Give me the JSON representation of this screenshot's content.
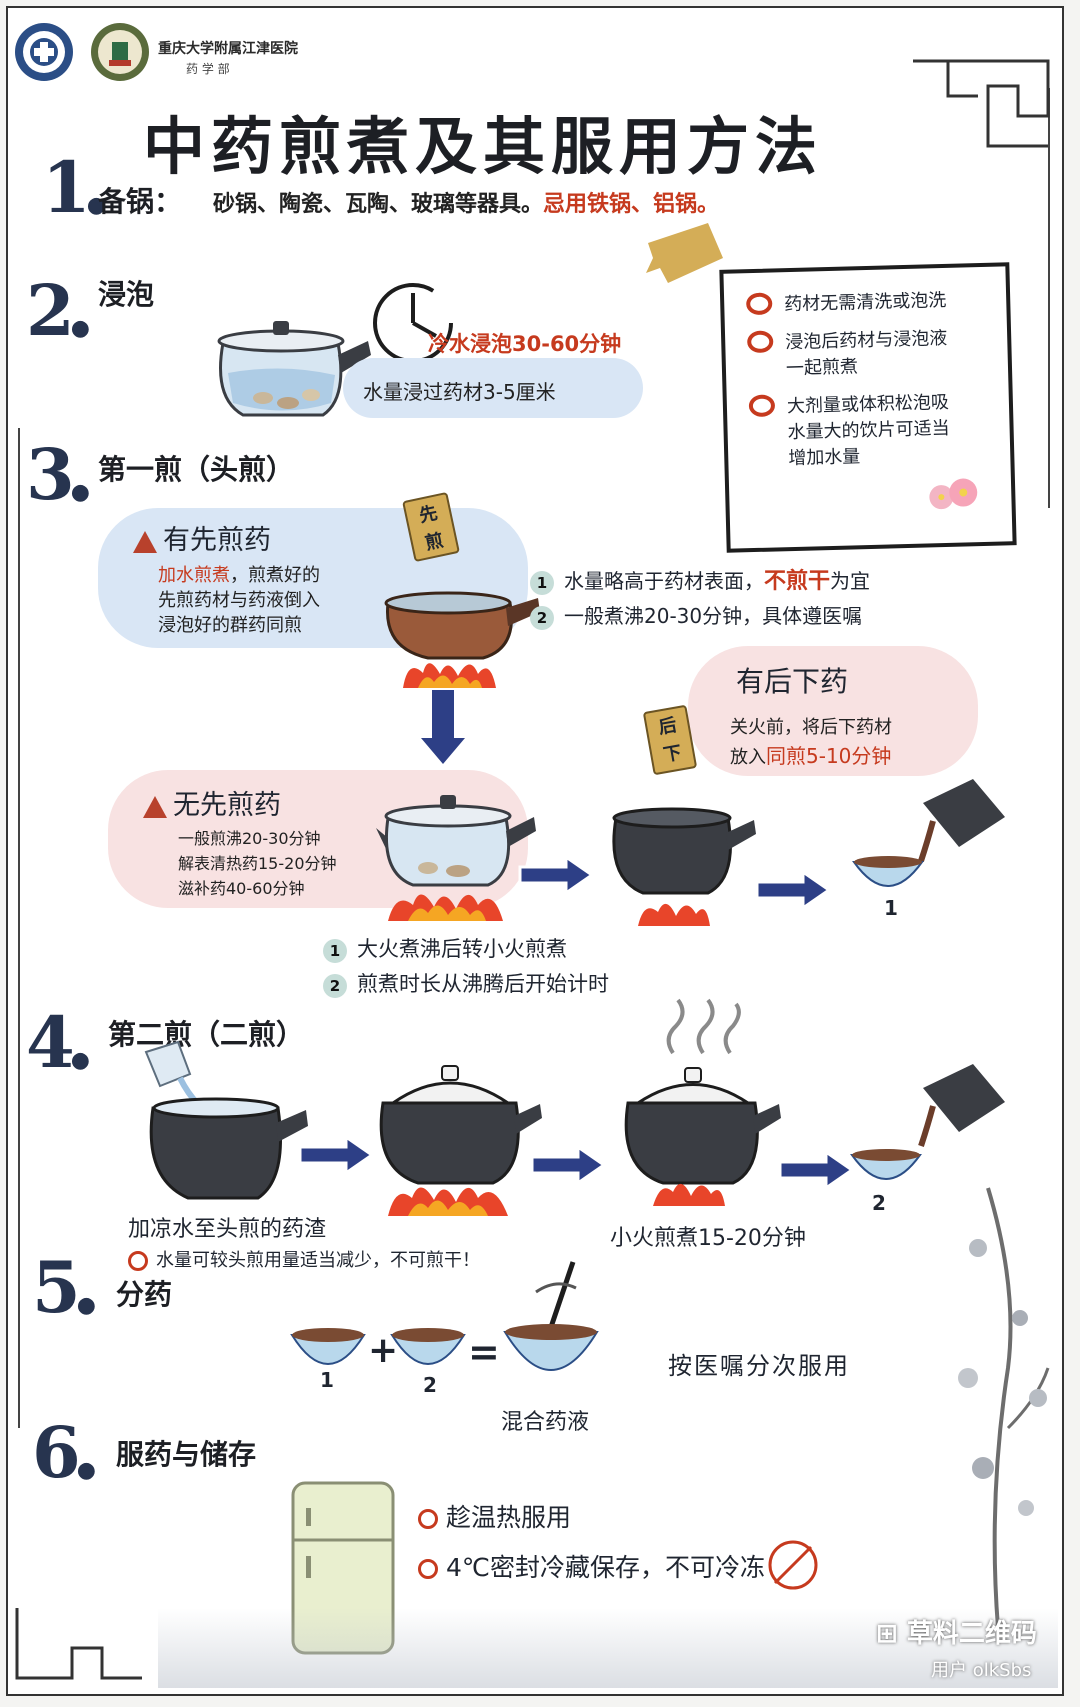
{
  "header": {
    "org_line1": "重庆大学附属江津医院",
    "org_line2": "药 学 部"
  },
  "title": "中药煎煮及其服用方法",
  "s1": {
    "num": "1",
    "label": "备锅：",
    "text": "砂锅、陶瓷、瓦陶、玻璃等器具。",
    "warn": "忌用铁锅、铝锅。"
  },
  "s2": {
    "num": "2",
    "label": "浸泡",
    "red": "冷水浸泡30-60分钟",
    "text": "水量浸过药材3-5厘米"
  },
  "card": {
    "item1": "药材无需清洗或泡洗",
    "item2a": "浸泡后药材与浸泡液",
    "item2b": "一起煎煮",
    "item3a": "大剂量或体积松泡吸",
    "item3b": "水量大的饮片可适当",
    "item3c": "增加水量"
  },
  "s3": {
    "num": "3",
    "label": "第一煎（头煎）",
    "jar1": "先煎",
    "pre_title": "有先煎药",
    "pre_red": "加水煎煮",
    "pre_line1_rest": "，煎煮好的",
    "pre_line2": "先煎药材与药液倒入",
    "pre_line3": "浸泡好的群药同煎",
    "n1": "1",
    "note1a": "水量略高于药材表面，",
    "note1red": "不煎干",
    "note1b": "为宜",
    "n2": "2",
    "note2": "一般煮沸20-30分钟，具体遵医嘱",
    "post_title": "有后下药",
    "jar2": "后下",
    "post_line1": "关火前，将后下药材",
    "post_line2a": "放入",
    "post_red": "同煎5-10分钟",
    "nopre_title": "无先煎药",
    "nopre_line1": "一般煎沸20-30分钟",
    "nopre_line2": "解表清热药15-20分钟",
    "nopre_line3": "滋补药40-60分钟",
    "bowl_label": "1",
    "tip_n1": "1",
    "tip1": "大火煮沸后转小火煎煮",
    "tip_n2": "2",
    "tip2": "煎煮时长从沸腾后开始计时"
  },
  "s4": {
    "num": "4",
    "label": "第二煎（二煎）",
    "caption1": "加凉水至头煎的药渣",
    "caption2": "小火煎煮15-20分钟",
    "bowl_label": "2",
    "note": "水量可较头煎用量适当减少，不可煎干！"
  },
  "s5": {
    "num": "5",
    "label": "分药",
    "b1": "1",
    "b2": "2",
    "mix": "混合药液",
    "text": "按医嘱分次服用"
  },
  "s6": {
    "num": "6",
    "label": "服药与储存",
    "item1": "趁温热服用",
    "item2": "4℃密封冷藏保存，不可冷冻"
  },
  "watermark": {
    "line1": "草料二维码",
    "line2": "用户 olkSbs"
  },
  "colors": {
    "navy": "#27344f",
    "accent_red": "#c63a1e",
    "blue_wash": "#d9e6f5",
    "pink_wash": "#f8e2e2",
    "pot": "#3a3d43",
    "clay": "#9a5a3a",
    "flame": "#e8452a"
  }
}
